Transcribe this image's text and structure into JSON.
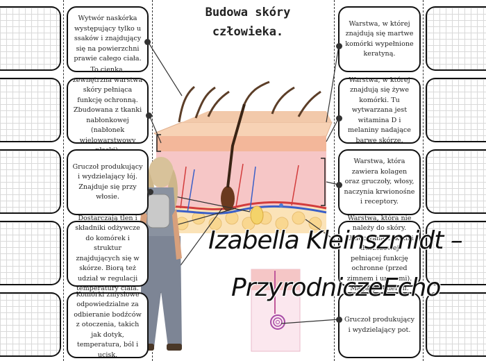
{
  "title": {
    "line1": "Budowa skóry",
    "line2": "człowieka."
  },
  "left_descriptions": [
    "Wytwór naskórka występujący tylko u ssaków i znajdujący się na powierzchni prawie całego ciała.",
    "To cienka, zewnętrzna warstwa skóry pełniąca funkcję ochronną. Zbudowana z tkanki nabłonkowej (nabłonek wielowarstwowy płaski).",
    "Gruczoł produkujący i wydzielający łój. Znajduje się przy włosie.",
    "Dostarczają tlen i składniki odżywcze do komórek i struktur znajdujących się w skórze. Biorą też udział w regulacji temperatury ciała.",
    "Komórki zmysłowe odpowiedzialne za odbieranie bodźców z otoczenia, takich jak dotyk, temperatura, ból i ucisk."
  ],
  "right_descriptions": [
    "Warstwa, w której znajdują się martwe komórki wypełnione keratyną.",
    "Warstwa, w której znajdują się żywe komórki. Tu wytwarzana jest witamina D i melaniny nadające barwę skórze.",
    "Warstwa, która zawiera kolagen oraz gruczoły, włosy, naczynia krwionośne i receptory.",
    "Warstwa, która nie należy do skóry. Zbudowana z tkanki tłuszczowej pełniącej funkcję ochronne (przed zimnem i urazami). Magazyn energii.",
    "Gruczoł produkujący i wydzielający pot."
  ],
  "watermark": {
    "line1": "Izabella Kleinszmidt –",
    "line2": "PrzyrodniczeEcho"
  }
}
